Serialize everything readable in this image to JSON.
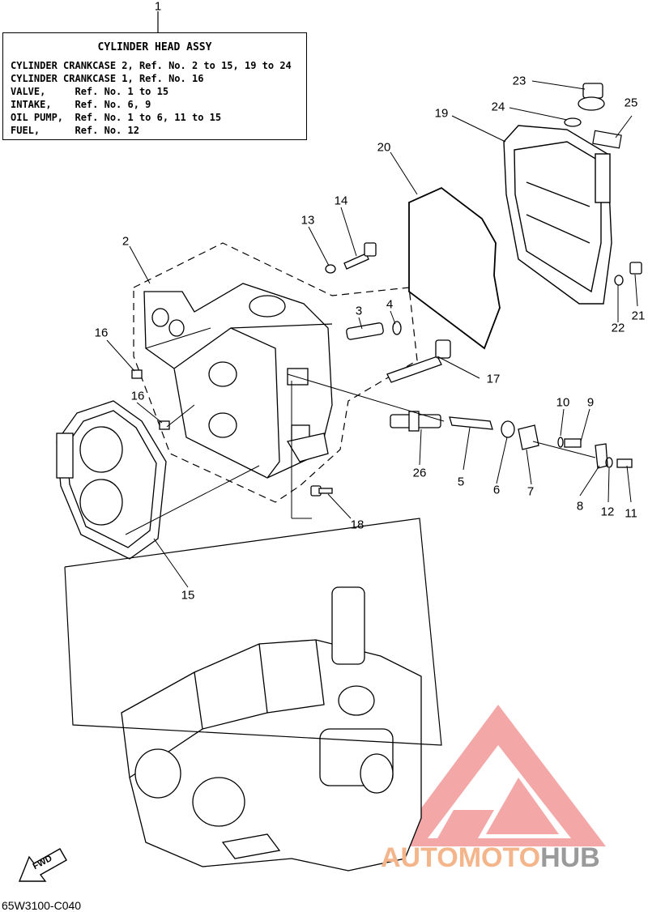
{
  "reference_number": "1",
  "legend": {
    "title": "CYLINDER HEAD ASSY",
    "lines": [
      "CYLINDER CRANKCASE 2, Ref. No. 2 to 15, 19 to 24",
      "CYLINDER CRANKCASE 1, Ref. No. 16",
      "VALVE,     Ref. No. 1 to 15",
      "INTAKE,    Ref. No. 6, 9",
      "OIL PUMP,  Ref. No. 1 to 6, 11 to 15",
      "FUEL,      Ref. No. 12"
    ]
  },
  "callouts": [
    {
      "label": "2"
    },
    {
      "label": "3"
    },
    {
      "label": "4"
    },
    {
      "label": "5"
    },
    {
      "label": "6"
    },
    {
      "label": "7"
    },
    {
      "label": "8"
    },
    {
      "label": "9"
    },
    {
      "label": "10"
    },
    {
      "label": "11"
    },
    {
      "label": "12"
    },
    {
      "label": "13"
    },
    {
      "label": "14"
    },
    {
      "label": "15"
    },
    {
      "label": "16"
    },
    {
      "label": "16"
    },
    {
      "label": "17"
    },
    {
      "label": "18"
    },
    {
      "label": "19"
    },
    {
      "label": "20"
    },
    {
      "label": "21"
    },
    {
      "label": "22"
    },
    {
      "label": "23"
    },
    {
      "label": "24"
    },
    {
      "label": "25"
    },
    {
      "label": "26"
    }
  ],
  "direction_marker": "FWD",
  "diagram_code": "65W3100-C040",
  "watermark": {
    "part1": "AUTOMOTO",
    "part2": "HUB",
    "color_main": "#f08a8a",
    "color_light": "#f5c98a",
    "color_dark": "#9a9a9a"
  }
}
